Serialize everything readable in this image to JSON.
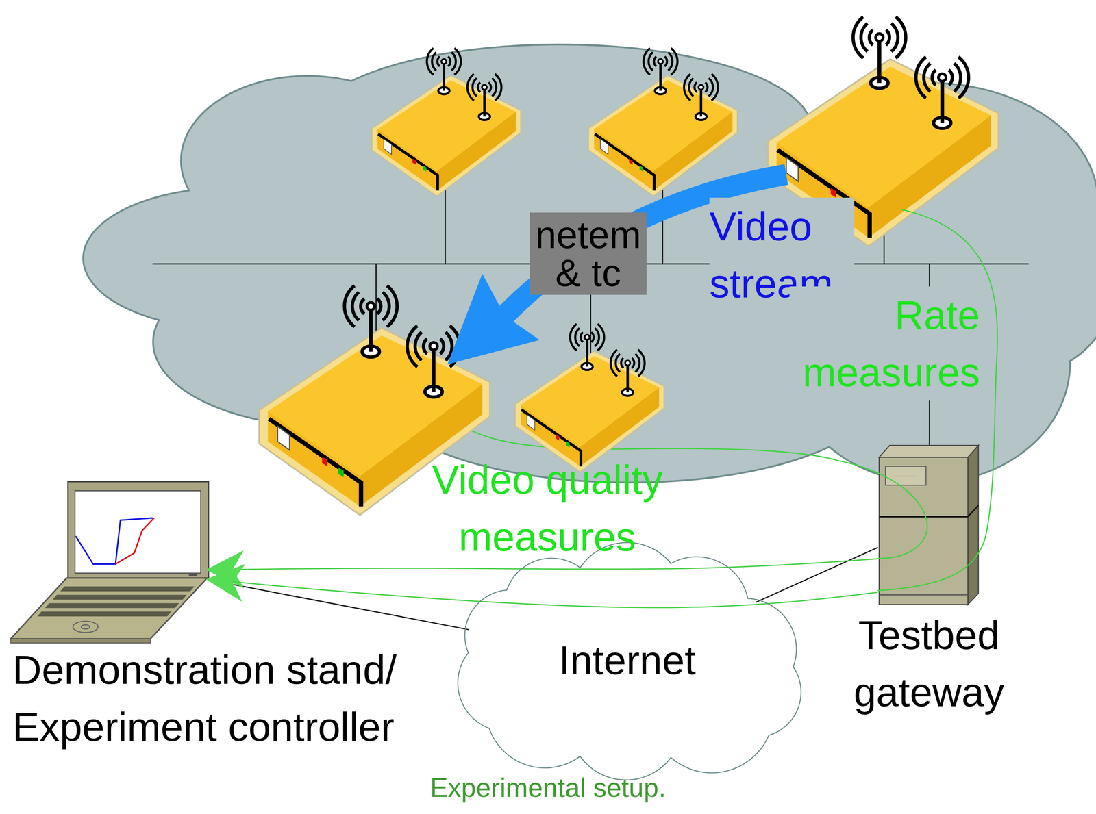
{
  "diagram": {
    "caption": "Experimental setup.",
    "nodes": [
      {
        "text": [
          "netem & tc"
        ]
      },
      {
        "text": [
          "Demonstration stand/ Experiment controller"
        ]
      },
      {
        "text": [
          "Internet"
        ]
      },
      {
        "text": [
          "Testbed gateway"
        ]
      }
    ],
    "edges": [
      {
        "from": 1,
        "to": 2,
        "arrow": "none"
      },
      {
        "from": 3,
        "to": 2,
        "arrow": "none"
      },
      {
        "from": 3,
        "to": 1,
        "arrow": "to"
      },
      {
        "from": 3,
        "to": 1,
        "arrow": "to"
      }
    ],
    "labels": [
      "Video stream",
      "Rate measures",
      "Video quality measures"
    ]
  }
}
